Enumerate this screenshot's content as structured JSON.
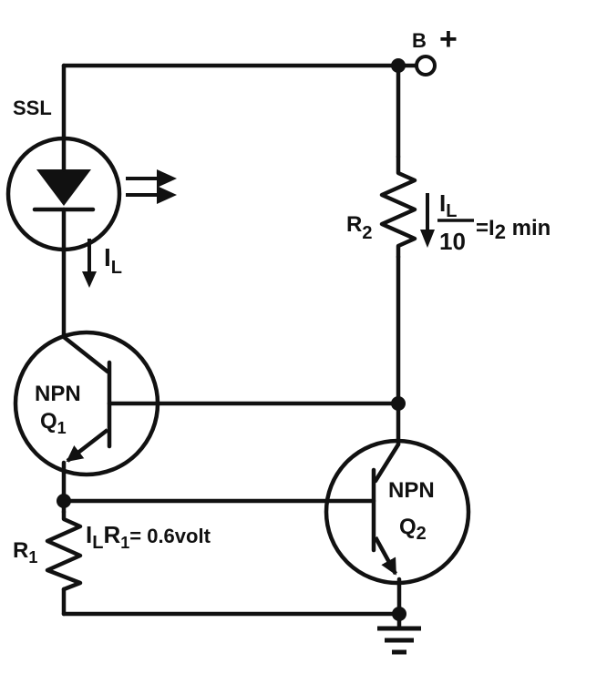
{
  "supply": {
    "label": "B",
    "polarity": "+"
  },
  "led": {
    "label": "SSL",
    "current_symbol": "I",
    "current_subscript": "L"
  },
  "r2": {
    "label": "R",
    "label_sub": "2",
    "frac_num": "I",
    "frac_num_sub": "L",
    "frac_den": "10",
    "eq": "=I",
    "eq_sub": "2",
    "eq_tail": " min"
  },
  "q1": {
    "type": "NPN",
    "name": "Q",
    "name_sub": "1"
  },
  "q2": {
    "type": "NPN",
    "name": "Q",
    "name_sub": "2"
  },
  "r1": {
    "label": "R",
    "label_sub": "1",
    "eq_a": "I",
    "eq_a_sub": "L",
    "eq_b": "R",
    "eq_b_sub": "1",
    "eq_tail": "= 0.6volt"
  }
}
